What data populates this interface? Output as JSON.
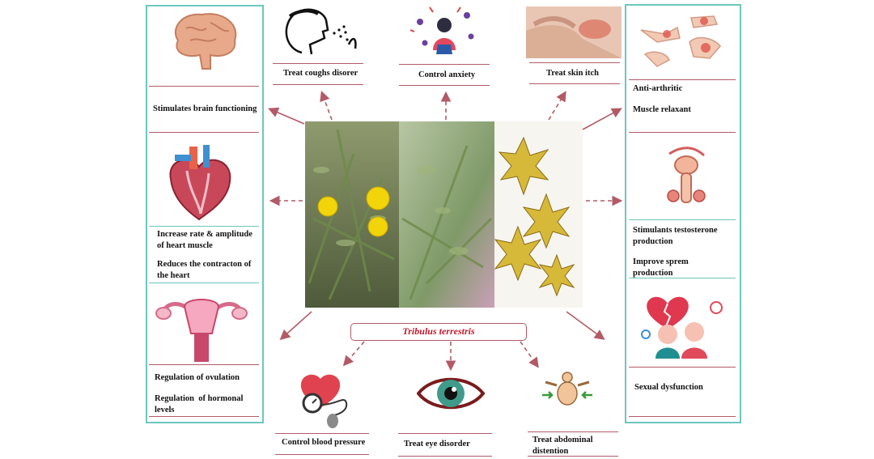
{
  "center": {
    "title": "Tribulus terrestris"
  },
  "left_panel": {
    "brain": "Stimulates brain functioning",
    "heart_1": "Increase rate & amplitude of heart muscle",
    "heart_2": "Reduces the contracton of the heart",
    "ovulation": "Regulation of ovulation",
    "hormonal": "Regulation  of hormonal levels"
  },
  "right_panel": {
    "arthritic": "Anti-arthritic",
    "muscle": "Muscle relaxant",
    "testosterone": "Stimulants testosterone production",
    "sperm": "Improve sprem production",
    "sexual": "Sexual dysfunction"
  },
  "top": {
    "coughs": "Treat coughs disorer",
    "anxiety": "Control anxiety",
    "skin": "Treat skin itch"
  },
  "bottom": {
    "blood": "Control blood pressure",
    "eye": "Treat eye disorder",
    "abdominal": "Treat abdominal distention"
  },
  "colors": {
    "panel_border": "#6cc7bf",
    "arrow": "#b35a66",
    "title": "#c0192b"
  }
}
